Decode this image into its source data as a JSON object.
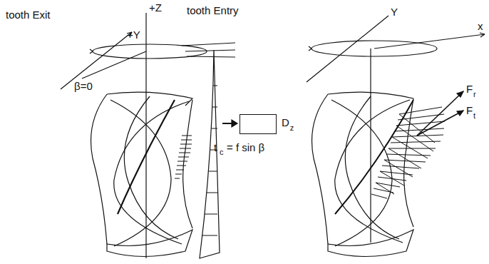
{
  "diagram": {
    "nodes": [
      {
        "text": [
          "D",
          "z"
        ]
      }
    ],
    "labels": [
      "tooth Exit",
      "+Z",
      "+Y",
      "tooth Entry",
      "β=0",
      "t",
      "c",
      "= f sin β",
      "Y",
      "x",
      "F",
      "r",
      "F",
      "t"
    ]
  }
}
